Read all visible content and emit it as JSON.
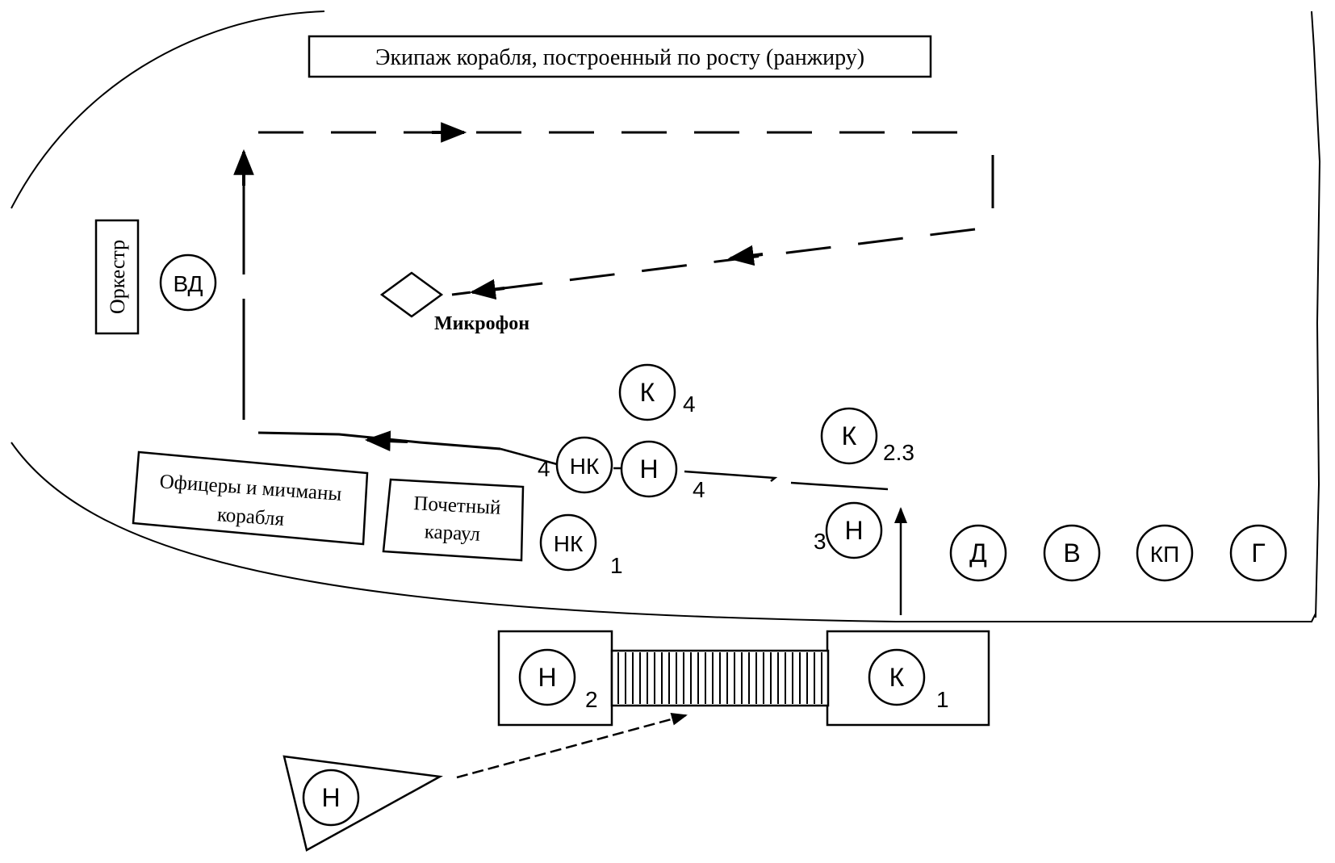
{
  "title": "Экипаж корабля, построенный по росту (ранжиру)",
  "labels": {
    "orchestra": "Оркестр",
    "microphone": "Микрофон",
    "officers_line1": "Офицеры и мичманы",
    "officers_line2": "корабля",
    "guard_line1": "Почетный",
    "guard_line2": "караул"
  },
  "markers": {
    "vd": {
      "label": "ВД",
      "sub": ""
    },
    "k4": {
      "label": "К",
      "sub": "4"
    },
    "k23": {
      "label": "К",
      "sub": "2.3"
    },
    "nk4": {
      "label": "НК",
      "sub": "4"
    },
    "n4": {
      "label": "Н",
      "sub": "4"
    },
    "nk1": {
      "label": "НК",
      "sub": "1"
    },
    "n3": {
      "label": "Н",
      "sub": "3"
    },
    "d": {
      "label": "Д",
      "sub": ""
    },
    "v": {
      "label": "В",
      "sub": ""
    },
    "kp": {
      "label": "КП",
      "sub": ""
    },
    "g": {
      "label": "Г",
      "sub": ""
    },
    "n2": {
      "label": "Н",
      "sub": "2"
    },
    "k1": {
      "label": "К",
      "sub": "1"
    },
    "n_boat": {
      "label": "Н",
      "sub": ""
    }
  }
}
